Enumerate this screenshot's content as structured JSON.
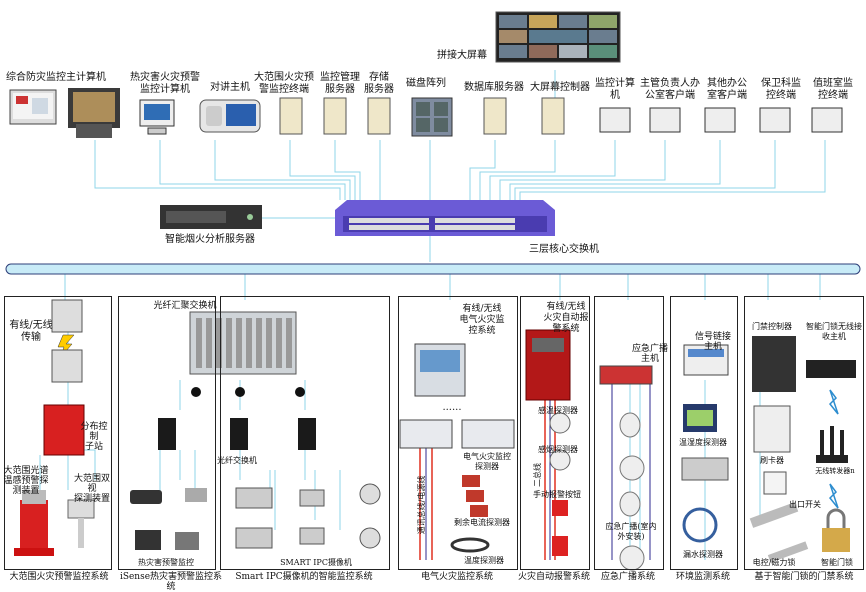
{
  "top_labels": {
    "videowall": "拼接大屏幕",
    "t0": "综合防灾监控主计算机",
    "t1": "热灾害火灾预警\n监控计算机",
    "t2": "对讲主机",
    "t3": "大范围火灾预\n警监控终端",
    "t4": "监控管理\n服务器",
    "t5": "存储\n服务器",
    "t6": "磁盘阵列",
    "t7": "数据库服务器",
    "t8": "大屏幕控制器",
    "t9": "监控计算\n机",
    "t10": "主管负责人办\n公室客户端",
    "t11": "其他办公\n室客户端",
    "t12": "保卫科监\n控终端",
    "t13": "值班室监\n控终端",
    "smoke_server": "智能烟火分析服务器",
    "core_switch": "三层核心交换机"
  },
  "sections": {
    "s1": {
      "title": "大范围火灾预警监控系统",
      "trans": "有线/无线\n传输",
      "sub": "分布控制\n子站",
      "laser": "大范围光谱\n温感预警探\n测装置",
      "dual": "大范围双视\n探测装置"
    },
    "s2": {
      "title": "iSense热灾害预警监控系统",
      "fiber_switch": "光纤汇聚交换机",
      "camera": "热灾害预警监控"
    },
    "s3": {
      "title": "Smart IPC摄像机的智能监控系统",
      "fiber_sw": "光纤交换机",
      "ipc": "SMART IPC摄像机"
    },
    "s4": {
      "title": "电气火灾监控系统",
      "head": "有线/无线\n电气火灾监\n控系统",
      "dots": "......",
      "bus": "通讯总线/电源线",
      "detector": "电气火灾监控\n探测器",
      "residual": "剩余电流探测器",
      "temp": "温度探测器"
    },
    "s5": {
      "title": "火灾自动报警系统",
      "head": "有线/无线\n火灾自动报\n警系统",
      "bus": "二总线",
      "smoke": "感温探测器",
      "heat": "感烟探测器",
      "manual": "手动报警按钮"
    },
    "s6": {
      "title": "应急广播系统",
      "host": "应急广播\n主机",
      "speaker": "应急广播(室内\n外安装)"
    },
    "s7": {
      "title": "环境监测系统",
      "host": "信号链接\n主机",
      "thermo": "温湿度探测器",
      "leak": "漏水探测器"
    },
    "s8": {
      "title": "基于智能门锁的门禁系统",
      "ctrl": "门禁控制器",
      "wireless_host": "智能门锁无线接\n收主机",
      "card": "刷卡器",
      "relay": "无线转发器n",
      "exit": "出口开关",
      "maglock": "电控/磁力锁",
      "smartlock": "智能门锁"
    }
  },
  "colors": {
    "line": "#8fd6e8",
    "accent": "#e03020",
    "switch": "#6b5bd6",
    "section_border": "#222"
  }
}
